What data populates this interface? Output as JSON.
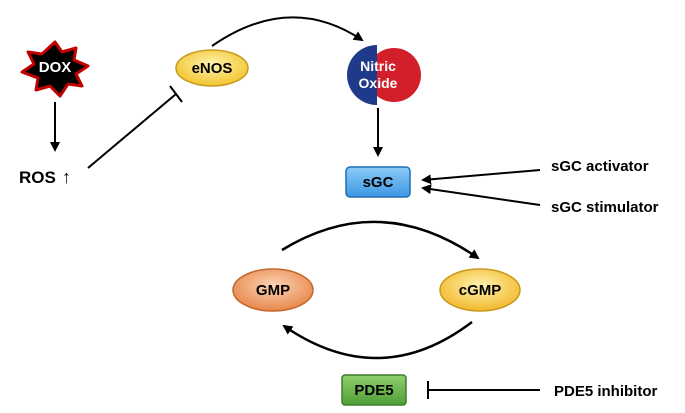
{
  "nodes": {
    "dox": "DOX",
    "ros": "ROS",
    "ros_arrow": "↑",
    "enos": "eNOS",
    "nitric_line1": "Nitric",
    "nitric_line2": "Oxide",
    "sgc": "sGC",
    "gmp": "GMP",
    "cgmp": "cGMP",
    "pde5": "PDE5"
  },
  "inputs": {
    "sgc_activator": "sGC activator",
    "sgc_stimulator": "sGC stimulator",
    "pde5_inhibitor": "PDE5 inhibitor"
  },
  "colors": {
    "dox_fill": "#000000",
    "dox_border": "#c00000",
    "enos_fill": "#f7d448",
    "nitric_left": "#1f3a8a",
    "nitric_right": "#d21f2a",
    "sgc_fill": "#4aa8f0",
    "gmp_fill": "#ee9a5c",
    "cgmp_fill": "#f5c842",
    "pde5_fill": "#6bb84a"
  }
}
